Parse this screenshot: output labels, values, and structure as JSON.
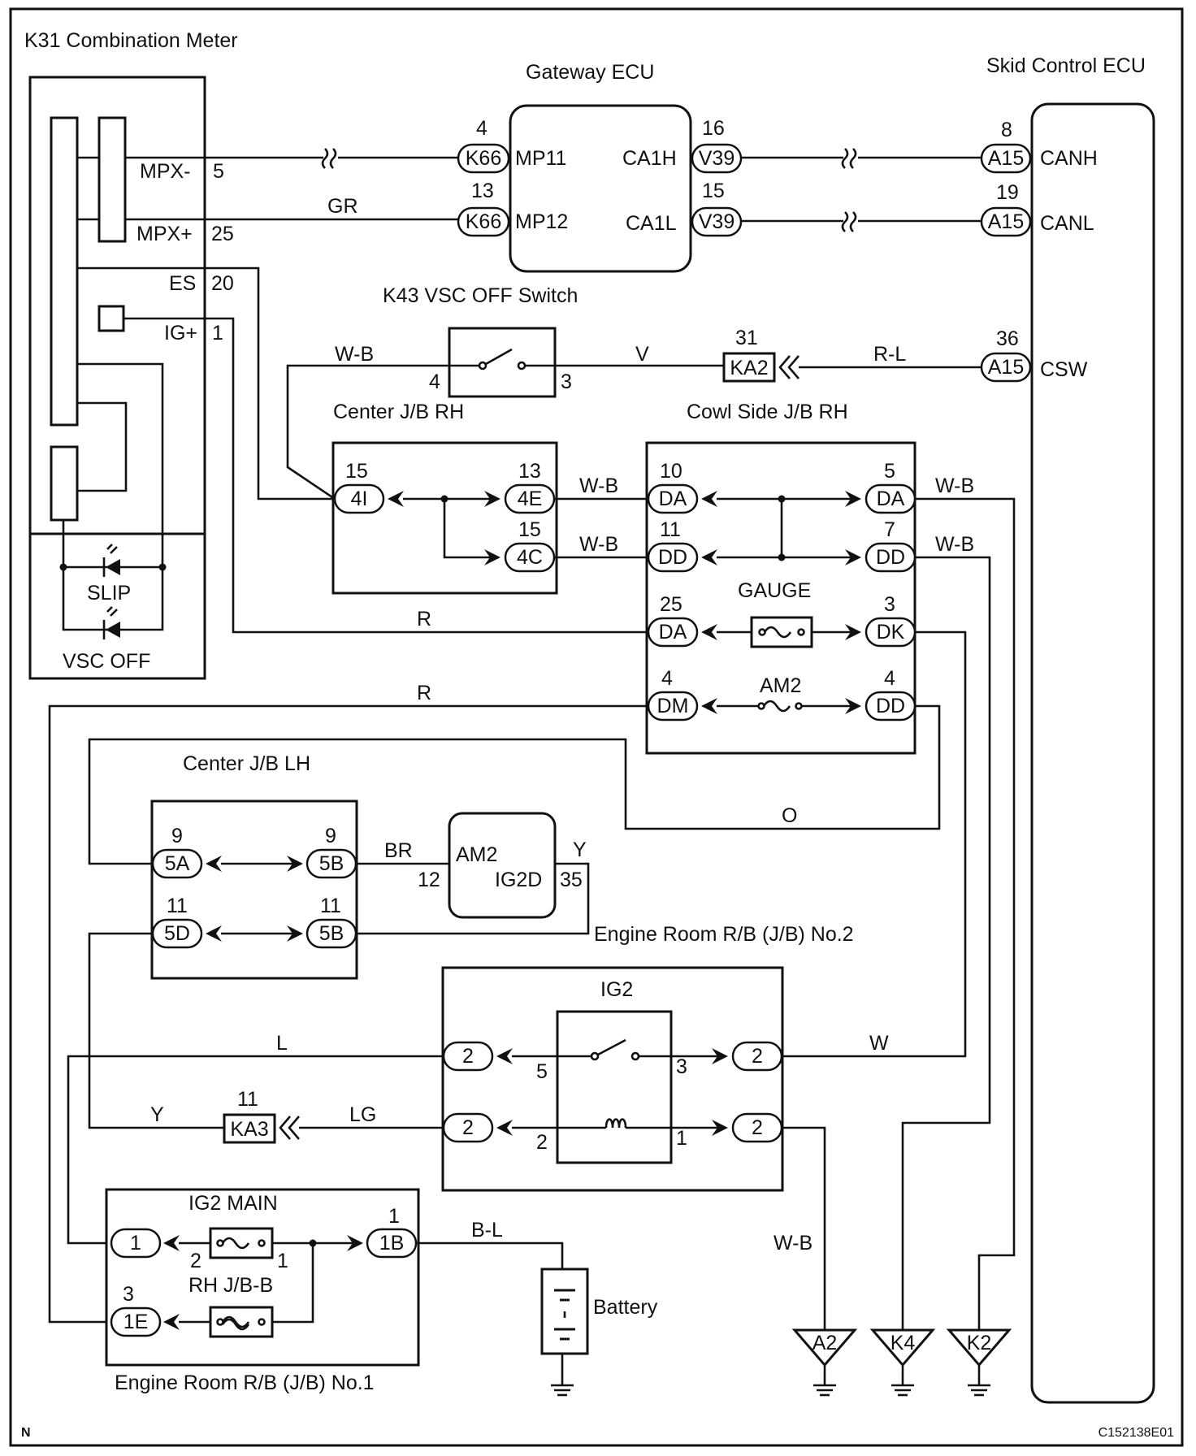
{
  "components": {
    "combination_meter": "K31 Combination Meter",
    "gateway_ecu": "Gateway ECU",
    "skid_control_ecu": "Skid Control ECU",
    "vsc_off_switch": "K43 VSC OFF Switch",
    "center_jb_rh": "Center J/B RH",
    "cowl_side_jb_rh": "Cowl Side J/B RH",
    "center_jb_lh": "Center J/B LH",
    "engine_room_rb_no2": "Engine Room R/B (J/B) No.2",
    "engine_room_rb_no1": "Engine Room R/B (J/B) No.1",
    "ig2_relay": "IG2",
    "ig2_main_fuse": "IG2 MAIN",
    "rh_jb_b_fuse": "RH J/B-B",
    "gauge_fuse": "GAUGE",
    "am2_fuse": "AM2",
    "battery": "Battery"
  },
  "meter_pins": {
    "mpx_minus": "MPX-",
    "mpx_minus_no": "5",
    "mpx_plus": "MPX+",
    "mpx_plus_no": "25",
    "es": "ES",
    "es_no": "20",
    "ig_plus": "IG+",
    "ig_plus_no": "1",
    "slip": "SLIP",
    "vsc_off": "VSC OFF"
  },
  "gateway_pins": {
    "mp11": "MP11",
    "mp12": "MP12",
    "ca1h": "CA1H",
    "ca1l": "CA1L",
    "k66": "K66",
    "v39": "V39",
    "mp11_no": "4",
    "mp12_no": "13",
    "ca1h_no": "16",
    "ca1l_no": "15"
  },
  "skid_pins": {
    "canh": "CANH",
    "canl": "CANL",
    "csw": "CSW",
    "a15": "A15",
    "canh_no": "8",
    "canl_no": "19",
    "csw_no": "36"
  },
  "switch_pins": {
    "pin4": "4",
    "pin3": "3"
  },
  "connectors": {
    "ka2": "KA2",
    "ka2_no": "31",
    "ka3": "KA3",
    "ka3_no": "11"
  },
  "center_rh_terms": [
    {
      "id": "4I",
      "no": "15"
    },
    {
      "id": "4E",
      "no": "13"
    },
    {
      "id": "4C",
      "no": "15"
    }
  ],
  "cowl_terms": [
    {
      "id": "DA",
      "no": "10"
    },
    {
      "id": "DD",
      "no": "11"
    },
    {
      "id": "DA",
      "no": "25"
    },
    {
      "id": "DM",
      "no": "4"
    },
    {
      "id": "DA",
      "no": "5"
    },
    {
      "id": "DD",
      "no": "7"
    },
    {
      "id": "DK",
      "no": "3"
    },
    {
      "id": "DD",
      "no": "4"
    }
  ],
  "center_lh_terms": [
    {
      "id": "5A",
      "no": "9"
    },
    {
      "id": "5B",
      "no": "9"
    },
    {
      "id": "5D",
      "no": "11"
    },
    {
      "id": "5B",
      "no": "11"
    }
  ],
  "rb2_pins": {
    "am2": "AM2",
    "ig2d": "IG2D",
    "am2_no": "12",
    "ig2d_no": "35"
  },
  "ig2_relay": {
    "term": "2",
    "pin5": "5",
    "pin3": "3",
    "pin2": "2",
    "pin1": "1"
  },
  "rb1_terms": {
    "t1": "1",
    "t1b": "1B",
    "t1b_no": "1",
    "t1e": "1E",
    "t1e_no": "3",
    "fuse_pin2": "2",
    "fuse_pin1": "1"
  },
  "wire_colors": {
    "gr": "GR",
    "w_b": "W-B",
    "v": "V",
    "r_l": "R-L",
    "r": "R",
    "o": "O",
    "br": "BR",
    "y": "Y",
    "l": "L",
    "lg": "LG",
    "w": "W",
    "b_l": "B-L"
  },
  "grounds": [
    "A2",
    "K4",
    "K2"
  ],
  "footer": {
    "left": "N",
    "code": "C152138E01"
  }
}
